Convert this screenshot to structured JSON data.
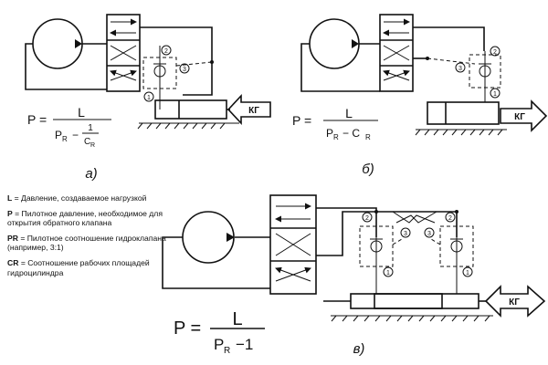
{
  "formulas": {
    "a": {
      "lhs": "P =",
      "num": "L",
      "den_left": "P",
      "den_sub": "R",
      "den_minus": "−",
      "inner_num": "1",
      "inner_den": "C",
      "inner_sub": "R"
    },
    "b": {
      "lhs": "P =",
      "num": "L",
      "den_left": "P",
      "den_sub": "R",
      "den_rest": "− C",
      "den_sub2": "R"
    },
    "v": {
      "lhs": "P =",
      "num": "L",
      "den_left": "P",
      "den_sub": "R",
      "den_rest": "−1"
    }
  },
  "captions": {
    "a": "а)",
    "b": "б)",
    "v": "в)"
  },
  "load_arrow_label": "КГ",
  "port_numbers": {
    "one": "1",
    "two": "2",
    "three": "3"
  },
  "legend": [
    {
      "key": "L",
      "text": "= Давление, создаваемое нагрузкой"
    },
    {
      "key": "P",
      "text": "= Пилотное давление, необходимое для открытия обратного клапана"
    },
    {
      "key": "PR",
      "text": "= Пилотное соотношение гидроклапана (например, 3:1)"
    },
    {
      "key": "CR",
      "text": "= Соотношение рабочих площадей гидроцилиндра"
    }
  ]
}
